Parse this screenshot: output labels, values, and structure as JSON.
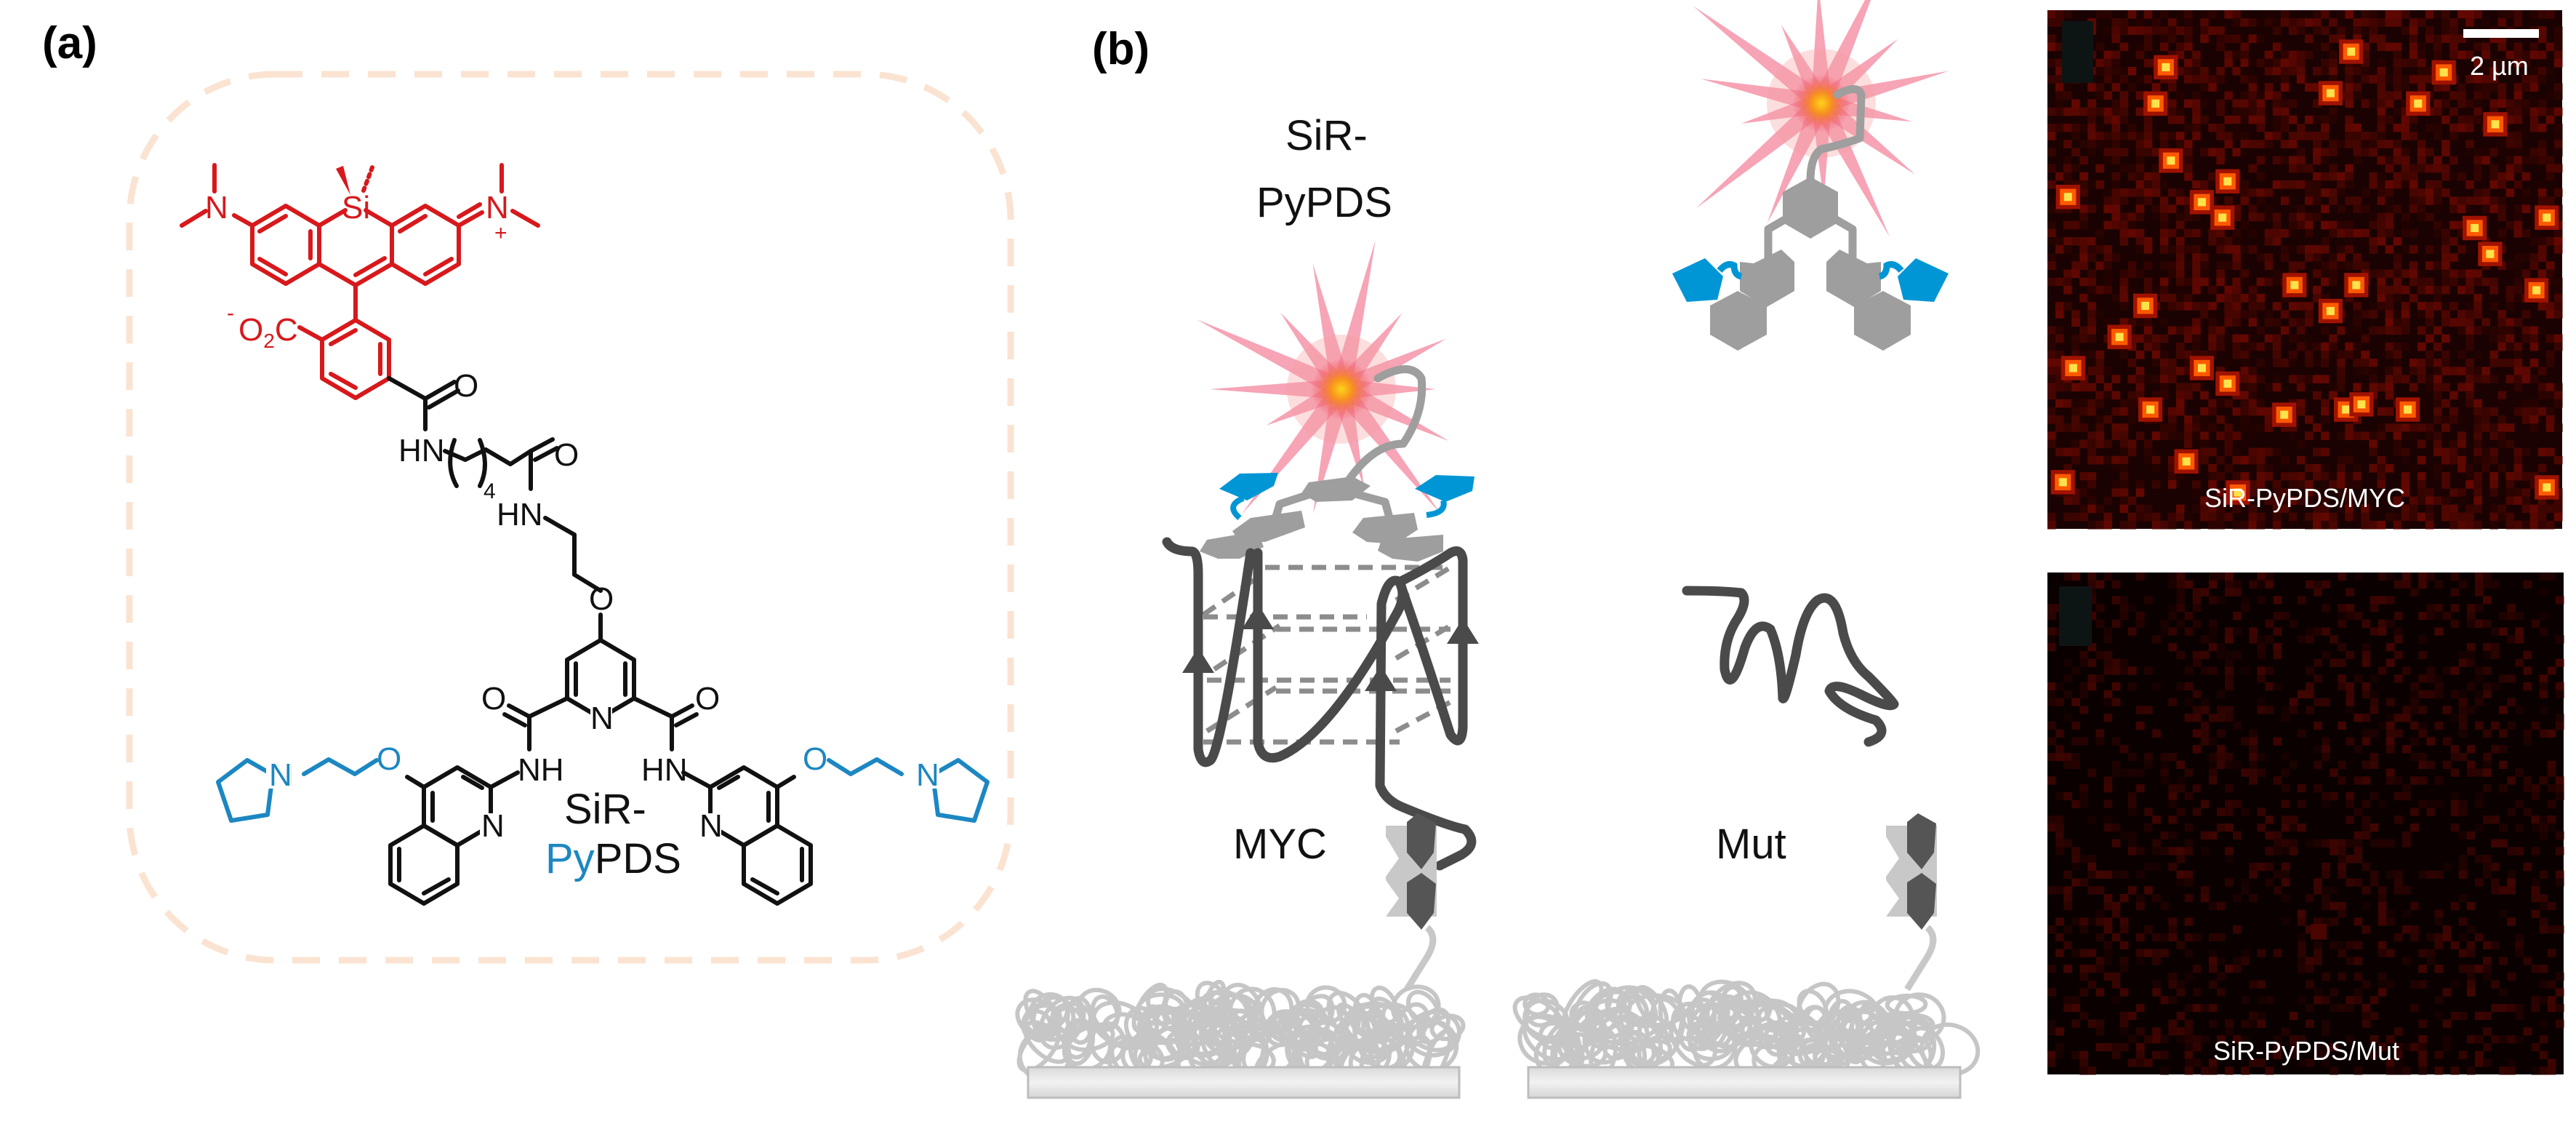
{
  "figure": {
    "panel_a": {
      "label": "(a)",
      "molecule_name_part1": "SiR-",
      "molecule_name_part2_py": "Py",
      "molecule_name_part2_rest": "PDS",
      "atoms": {
        "si": "Si",
        "n": "N",
        "n_plus_charge": "+",
        "carboxylate_charge": "-",
        "carboxylate_o2c": "O",
        "carboxylate_sub": "2",
        "carboxylate_c": "C",
        "o": "O",
        "hn": "HN",
        "nh": "NH",
        "repeat_count": "4"
      },
      "colors": {
        "sir_fluorophore": "#d7191c",
        "pyrrolidine": "#1c87c2",
        "core": "#111111",
        "dashed_border": "#fbe3d2"
      }
    },
    "panel_b": {
      "label": "(b)",
      "probe_title_line1": "SiR-",
      "probe_title_line2": "PyPDS",
      "bound_target_label": "MYC",
      "unbound_target_label": "Mut",
      "colors": {
        "probe_scaffold": "#9e9e9e",
        "pyrrolidine": "#0096d6",
        "dna_strand": "#4a4a4a",
        "fluorophore_glow": "#f7a623"
      }
    },
    "micrographs": [
      {
        "label": "SiR-PyPDS/MYC",
        "scale_bar_label": "2 µm",
        "signal": "high"
      },
      {
        "label": "SiR-PyPDS/Mut",
        "signal": "low"
      }
    ]
  }
}
